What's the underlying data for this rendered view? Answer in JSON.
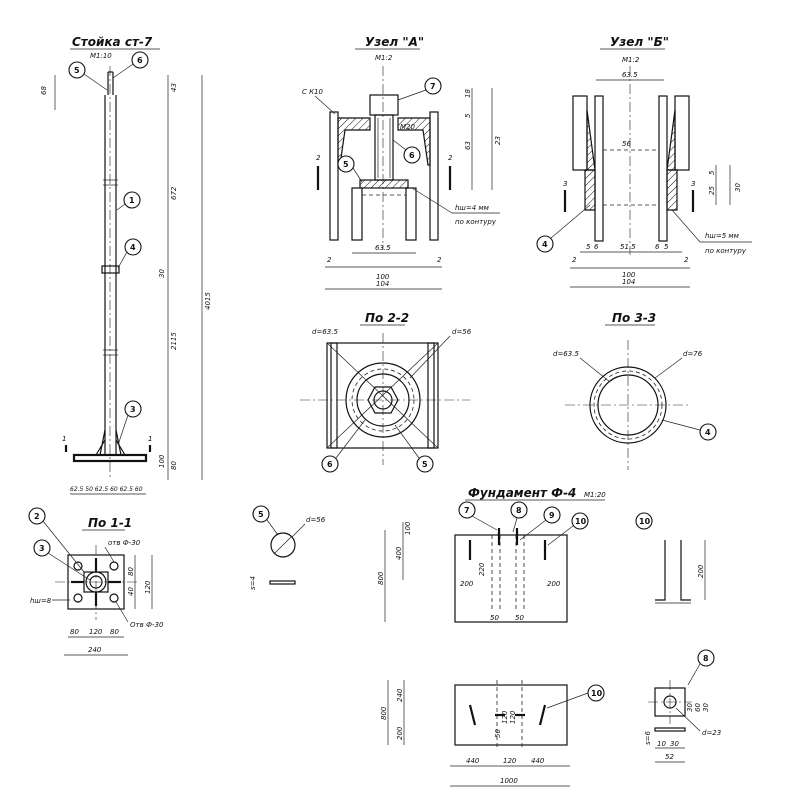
{
  "titles": {
    "stand": "Стойка ст-7",
    "stand_scale": "М1:10",
    "node_a": "Узел \"А\"",
    "node_a_scale": "М1:2",
    "node_b": "Узел \"Б\"",
    "node_b_scale": "М1:2",
    "sec22": "По 2-2",
    "sec33": "По 3-3",
    "sec11": "По 1-1",
    "foundation": "Фундамент Ф-4",
    "foundation_scale": "М1:20"
  },
  "callouts": {
    "c1": "1",
    "c2": "2",
    "c3": "3",
    "c4": "4",
    "c5": "5",
    "c6": "6",
    "c7": "7",
    "c8": "8",
    "c9": "9",
    "c10": "10"
  },
  "section_marks": {
    "one": "1",
    "two": "2",
    "three": "3"
  },
  "stand_dims": {
    "top": "68",
    "d43": "43",
    "d672": "672",
    "d30": "30",
    "d2115": "2115",
    "total": "4015",
    "d100": "100",
    "d80": "80",
    "base": "62.5 50 62.5 60 62.5 60"
  },
  "node_a": {
    "channel": "С К10",
    "d100": "100",
    "d104": "104",
    "d635": "63.5",
    "r5": "5",
    "r63": "63",
    "r23": "23",
    "r18": "18",
    "m20": "М20",
    "d2": "2",
    "weld": "hш=4 мм",
    "weld2": "по контуру"
  },
  "node_b": {
    "d635": "63.5",
    "d56": "56",
    "d100": "100",
    "d104": "104",
    "b5": "5",
    "b6": "6",
    "b515": "51.5",
    "b25": "25",
    "b30": "30",
    "b2": "2",
    "weld": "hш=5 мм",
    "weld2": "по контуру"
  },
  "sec22": {
    "d635": "d=63.5",
    "d56": "d=56"
  },
  "sec33": {
    "d635": "d=63.5",
    "d76": "d=76"
  },
  "sec11": {
    "hole1": "отв Ф-30",
    "hole2": "Отв Ф-30",
    "weld": "hш=8",
    "d80a": "80",
    "d120": "120",
    "d80b": "80",
    "d240": "240",
    "v80": "80",
    "v120": "120",
    "v40": "40"
  },
  "part5": {
    "d": "d=56",
    "s": "s=4"
  },
  "foundation": {
    "h800": "800",
    "h400": "400",
    "h100": "100",
    "h200": "200",
    "w200a": "200",
    "w200b": "200",
    "w50a": "50",
    "w50b": "50",
    "p220": "220",
    "p240": "240",
    "p170": "170",
    "w440a": "440",
    "w120": "120",
    "w440b": "440",
    "w1000": "1000",
    "p6": "50",
    "p7": "50",
    "p120a": "120",
    "p120b": "120",
    "p50c": "50"
  },
  "part10": {
    "h": "200"
  },
  "part8": {
    "d": "d=23",
    "a": "30",
    "b": "60",
    "c": "30",
    "w": "10",
    "w2": "30",
    "w3": "52",
    "s": "s=6"
  }
}
